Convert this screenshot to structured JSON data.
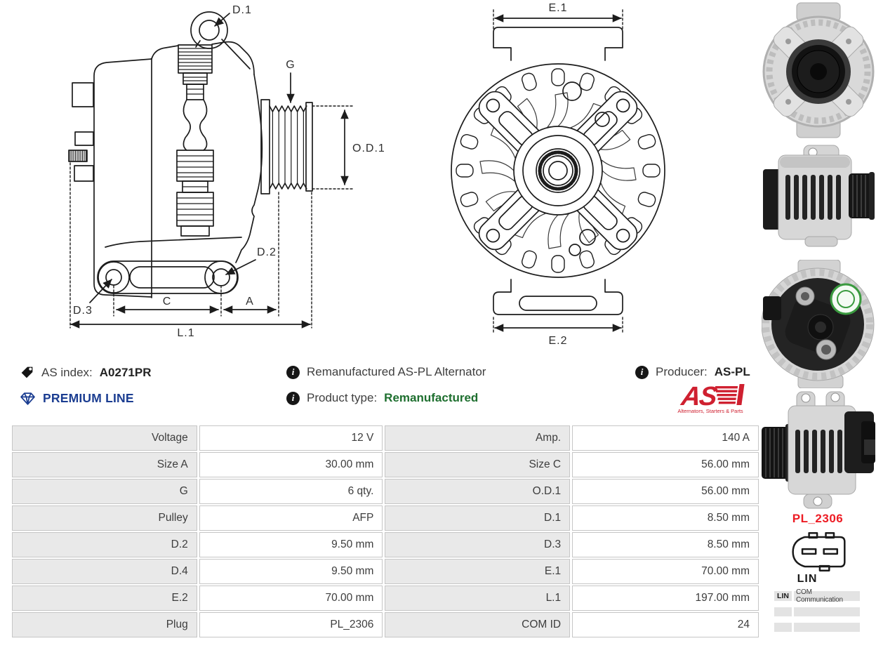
{
  "product": {
    "as_index_label": "AS index:",
    "as_index_value": "A0271PR",
    "line_label": "PREMIUM LINE",
    "description": "Remanufactured AS-PL Alternator",
    "product_type_label": "Product type:",
    "product_type_value": "Remanufactured",
    "producer_label": "Producer:",
    "producer_value": "AS-PL"
  },
  "brand": {
    "logo_text": "AS",
    "logo_tagline": "Alternators, Starters & Parts",
    "logo_color": "#cf2030"
  },
  "diagram_side": {
    "labels": {
      "d1": "D.1",
      "g": "G",
      "od1": "O.D.1",
      "d2": "D.2",
      "d3": "D.3",
      "c": "C",
      "a": "A",
      "l1": "L.1"
    }
  },
  "diagram_front": {
    "labels": {
      "e1": "E.1",
      "e2": "E.2"
    }
  },
  "spec_table": {
    "rows": [
      [
        "Voltage",
        "12 V",
        "Amp.",
        "140 A"
      ],
      [
        "Size A",
        "30.00 mm",
        "Size C",
        "56.00 mm"
      ],
      [
        "G",
        "6 qty.",
        "O.D.1",
        "56.00 mm"
      ],
      [
        "Pulley",
        "AFP",
        "D.1",
        "8.50 mm"
      ],
      [
        "D.2",
        "9.50 mm",
        "D.3",
        "8.50 mm"
      ],
      [
        "D.4",
        "9.50 mm",
        "E.1",
        "70.00 mm"
      ],
      [
        "E.2",
        "70.00 mm",
        "L.1",
        "197.00 mm"
      ],
      [
        "Plug",
        "PL_2306",
        "COM ID",
        "24"
      ]
    ]
  },
  "plug": {
    "name": "PL_2306",
    "name_color": "#ed1c24",
    "connector_label": "LIN",
    "comm_header_left": "LIN",
    "comm_header_right": "COM Communication"
  },
  "colors": {
    "table_label_bg": "#e9e9e9",
    "premium_blue": "#1b3d91",
    "type_green": "#1e6f2f",
    "line_art": "#1c1c1c"
  }
}
